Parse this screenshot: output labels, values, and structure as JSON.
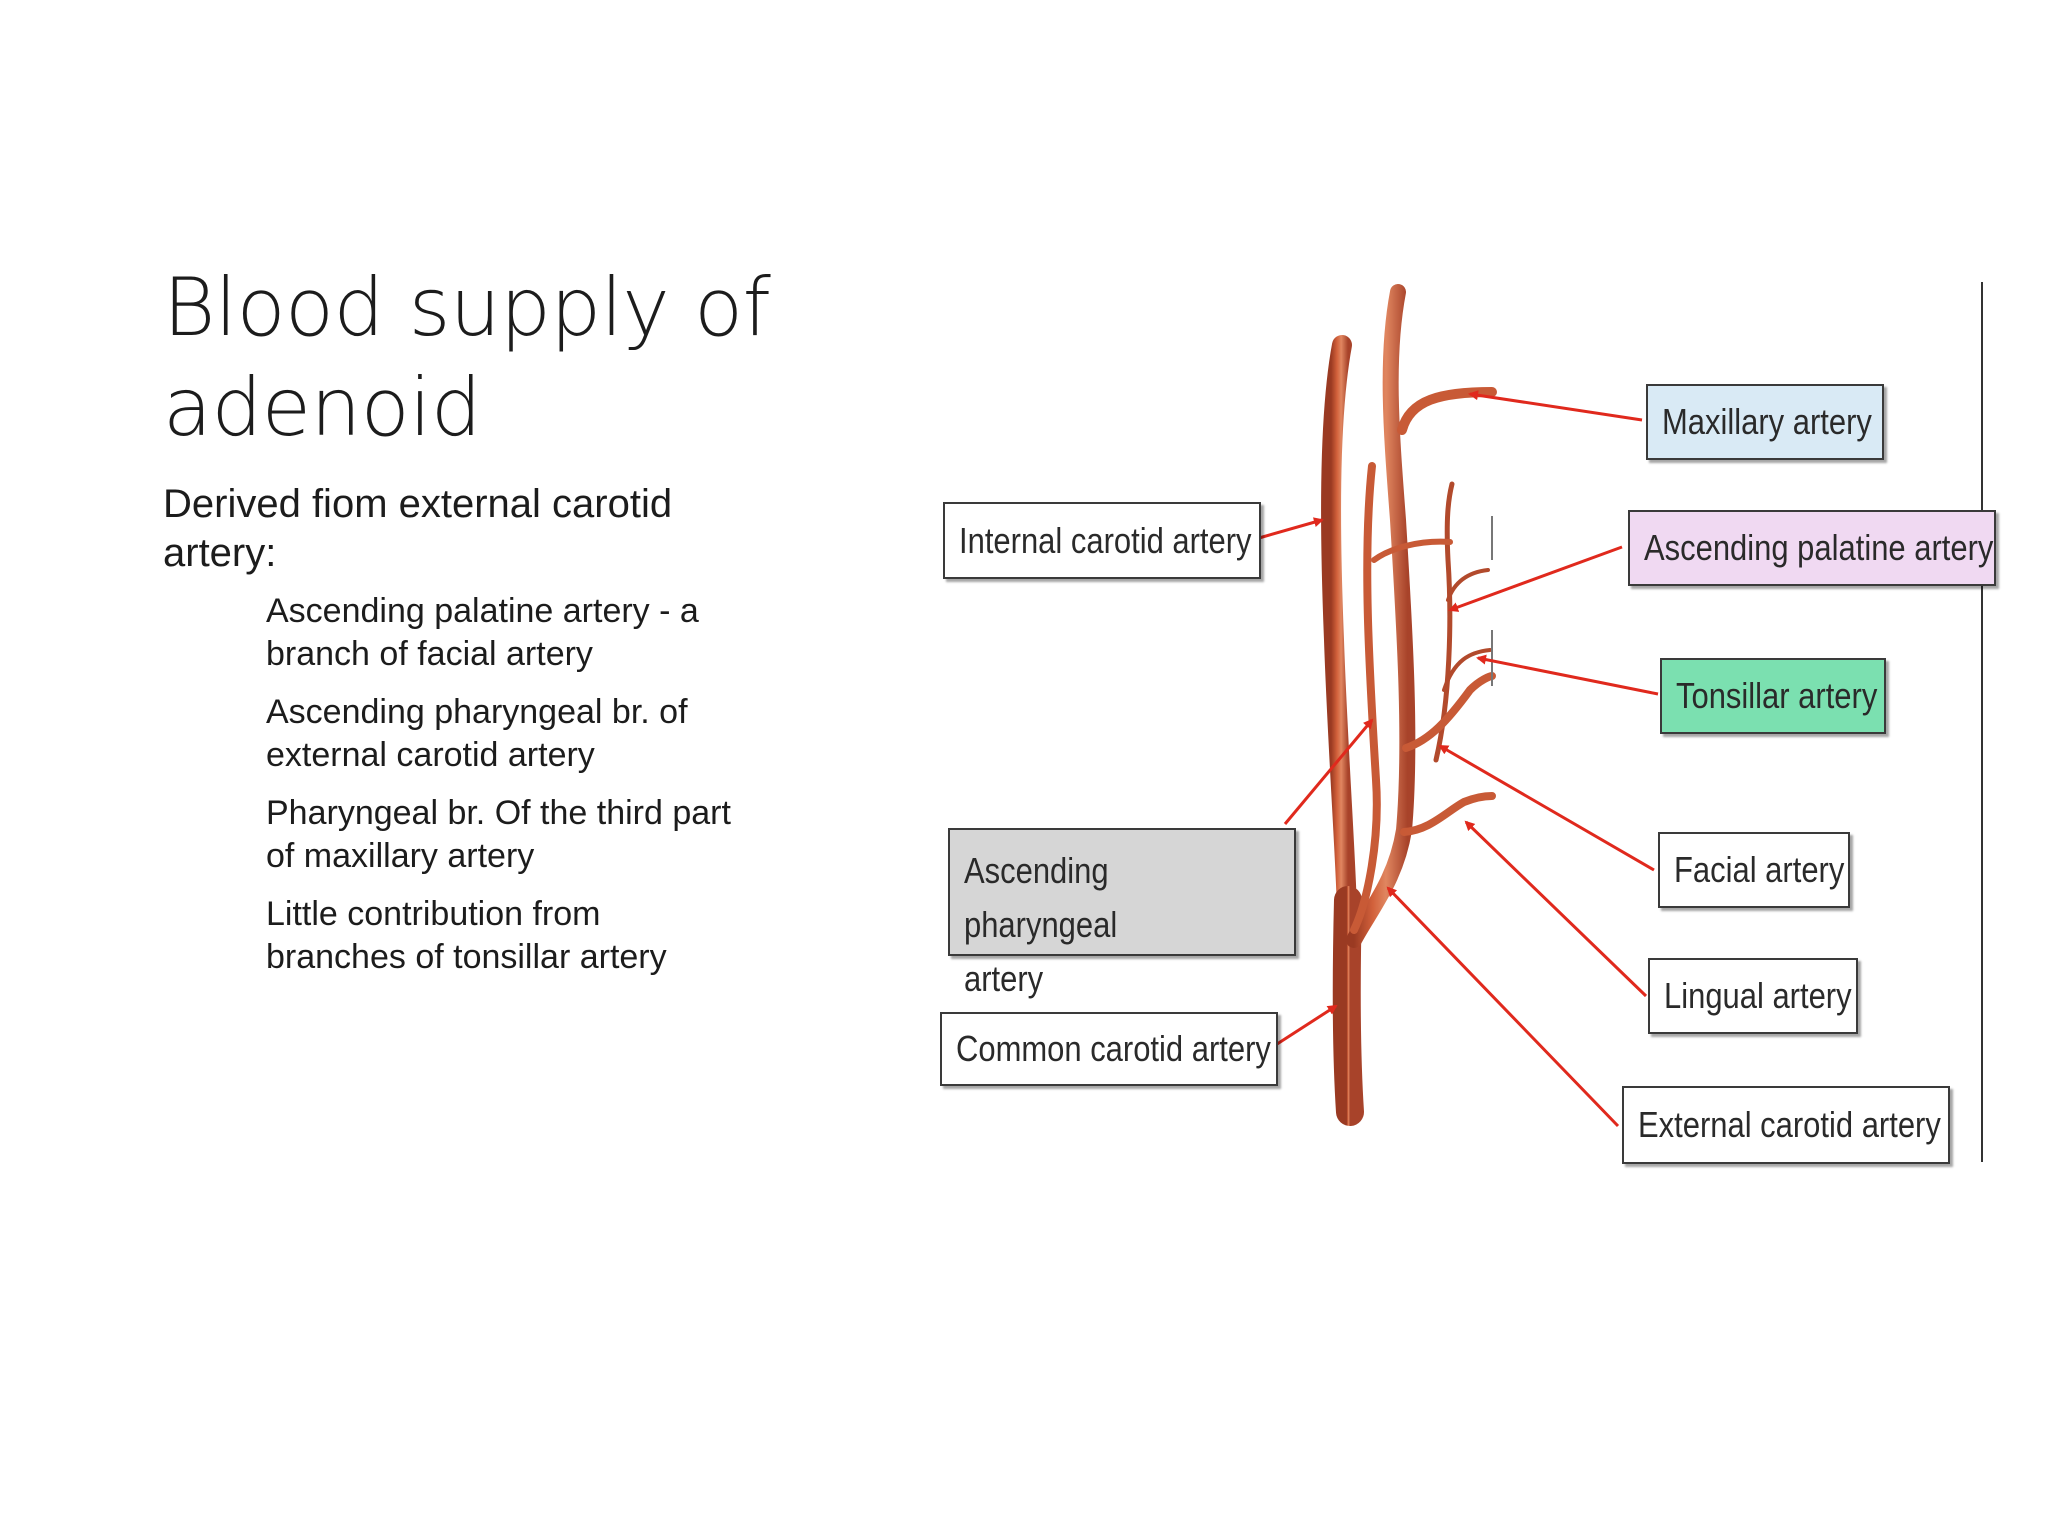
{
  "slide": {
    "title_line1": "Blood supply of",
    "title_line2": "adenoid",
    "intro_line1": "Derived fiom external carotid",
    "intro_line2": "artery:",
    "bullets": [
      {
        "line1": "Ascending palatine artery - a",
        "line2": "branch of facial artery"
      },
      {
        "line1": "Ascending pharyngeal br. of",
        "line2": "external carotid artery"
      },
      {
        "line1": "Pharyngeal br. Of the third part",
        "line2": "of maxillary artery"
      },
      {
        "line1": "Little contribution from",
        "line2": "branches of tonsillar artery"
      }
    ]
  },
  "diagram": {
    "labels": {
      "internal_carotid": "Internal carotid artery",
      "ascending_pharyngeal_line1": "Ascending pharyngeal",
      "ascending_pharyngeal_line2": "artery",
      "common_carotid": "Common carotid artery",
      "maxillary": "Maxillary artery",
      "ascending_palatine": "Ascending palatine artery",
      "tonsillar": "Tonsillar artery",
      "facial": "Facial artery",
      "lingual": "Lingual artery",
      "external_carotid": "External carotid artery"
    },
    "colors": {
      "artery": "#c0502f",
      "artery_dark": "#8f3420",
      "artery_light": "#d97a55",
      "arrow": "#e0291d",
      "maxillary_bg": "#d9eaf5",
      "ascending_palatine_bg": "#f0d9f2",
      "tonsillar_bg": "#7be0b0",
      "ascending_pharyngeal_bg": "#d6d6d6",
      "default_bg": "#ffffff"
    }
  }
}
